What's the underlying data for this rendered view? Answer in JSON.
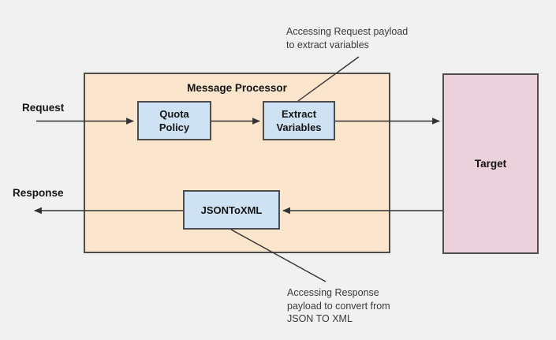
{
  "colors": {
    "background": "#f1f1f2",
    "processor_fill": "#fce5cd",
    "node_fill": "#cfe2f3",
    "target_fill": "#ead1dc",
    "box_border": "#4d4d4d",
    "connector": "#333333"
  },
  "flow": {
    "request_label": "Request",
    "response_label": "Response"
  },
  "processor": {
    "title": "Message Processor",
    "nodes": [
      {
        "id": "quota-policy",
        "label": "Quota\nPolicy"
      },
      {
        "id": "extract-variables",
        "label": "Extract\nVariables"
      },
      {
        "id": "json-to-xml",
        "label": "JSONToXML"
      }
    ]
  },
  "target": {
    "label": "Target"
  },
  "annotations": {
    "request": "Accessing Request payload\nto extract variables",
    "response": "Accessing Response\npayload to convert from\nJSON TO XML"
  }
}
